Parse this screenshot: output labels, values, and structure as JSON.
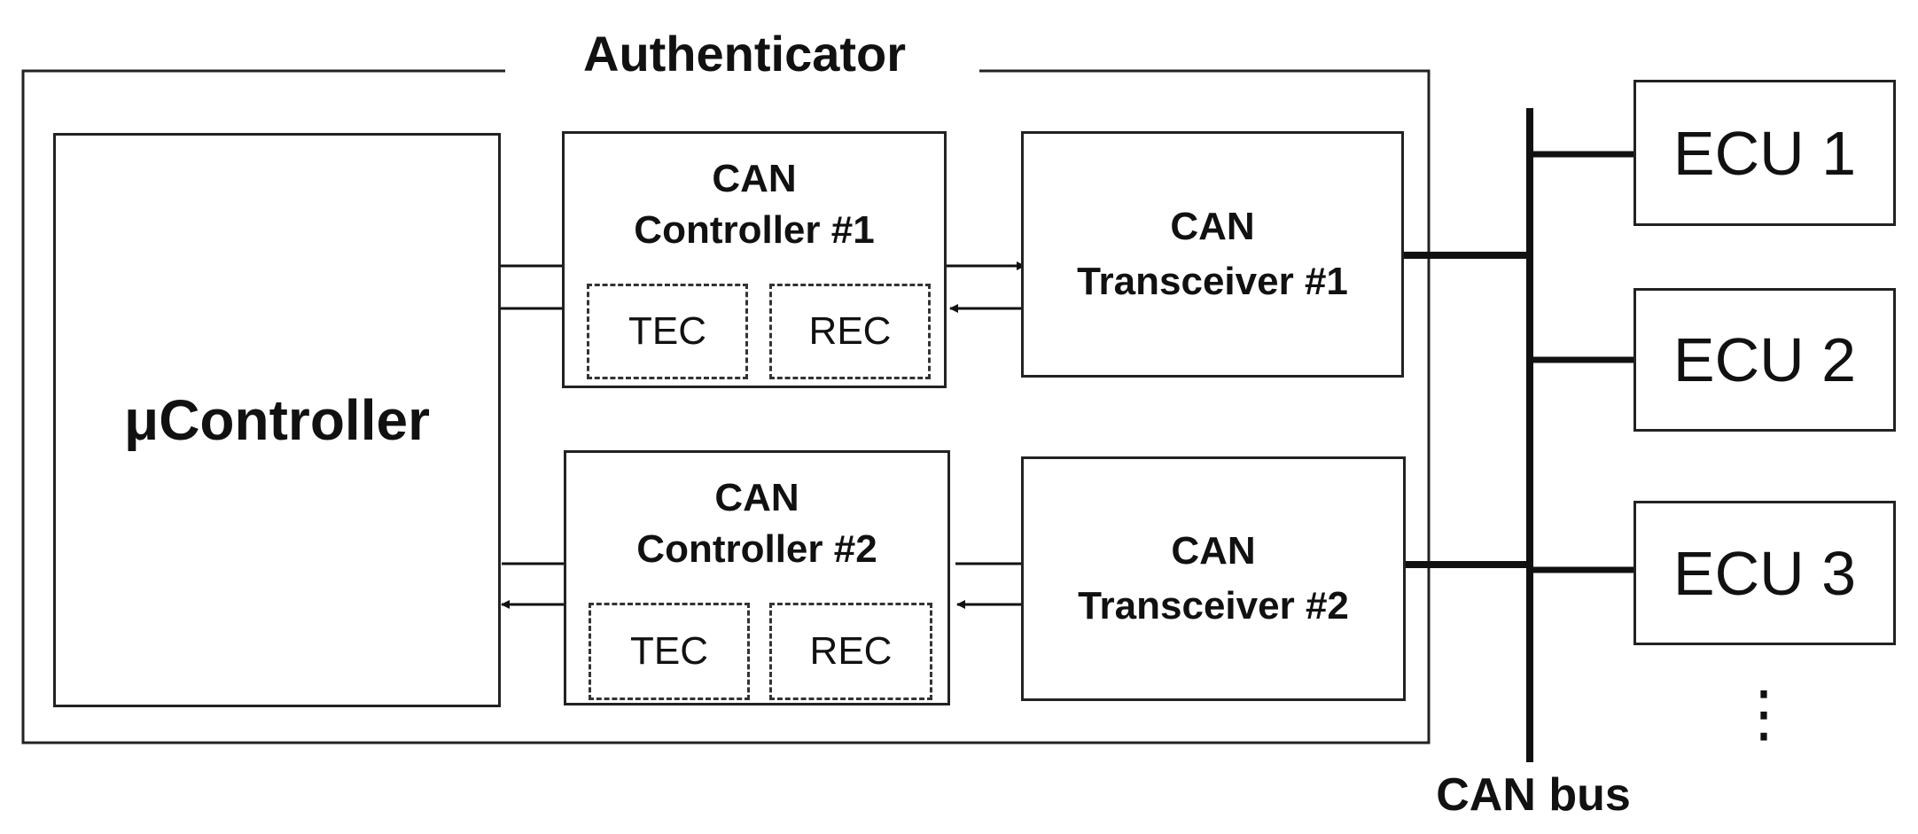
{
  "authenticator": {
    "title": "Authenticator",
    "microcontroller_label": "μController",
    "controllers": [
      {
        "title_line1": "CAN",
        "title_line2": "Controller #1",
        "counter_left": "TEC",
        "counter_right": "REC"
      },
      {
        "title_line1": "CAN",
        "title_line2": "Controller #2",
        "counter_left": "TEC",
        "counter_right": "REC"
      }
    ],
    "transceivers": [
      {
        "title_line1": "CAN",
        "title_line2": "Transceiver #1"
      },
      {
        "title_line1": "CAN",
        "title_line2": "Transceiver #2"
      }
    ]
  },
  "bus": {
    "label": "CAN bus",
    "ellipsis": "⋮"
  },
  "ecus": [
    {
      "label": "ECU 1"
    },
    {
      "label": "ECU 2"
    },
    {
      "label": "ECU 3"
    }
  ]
}
